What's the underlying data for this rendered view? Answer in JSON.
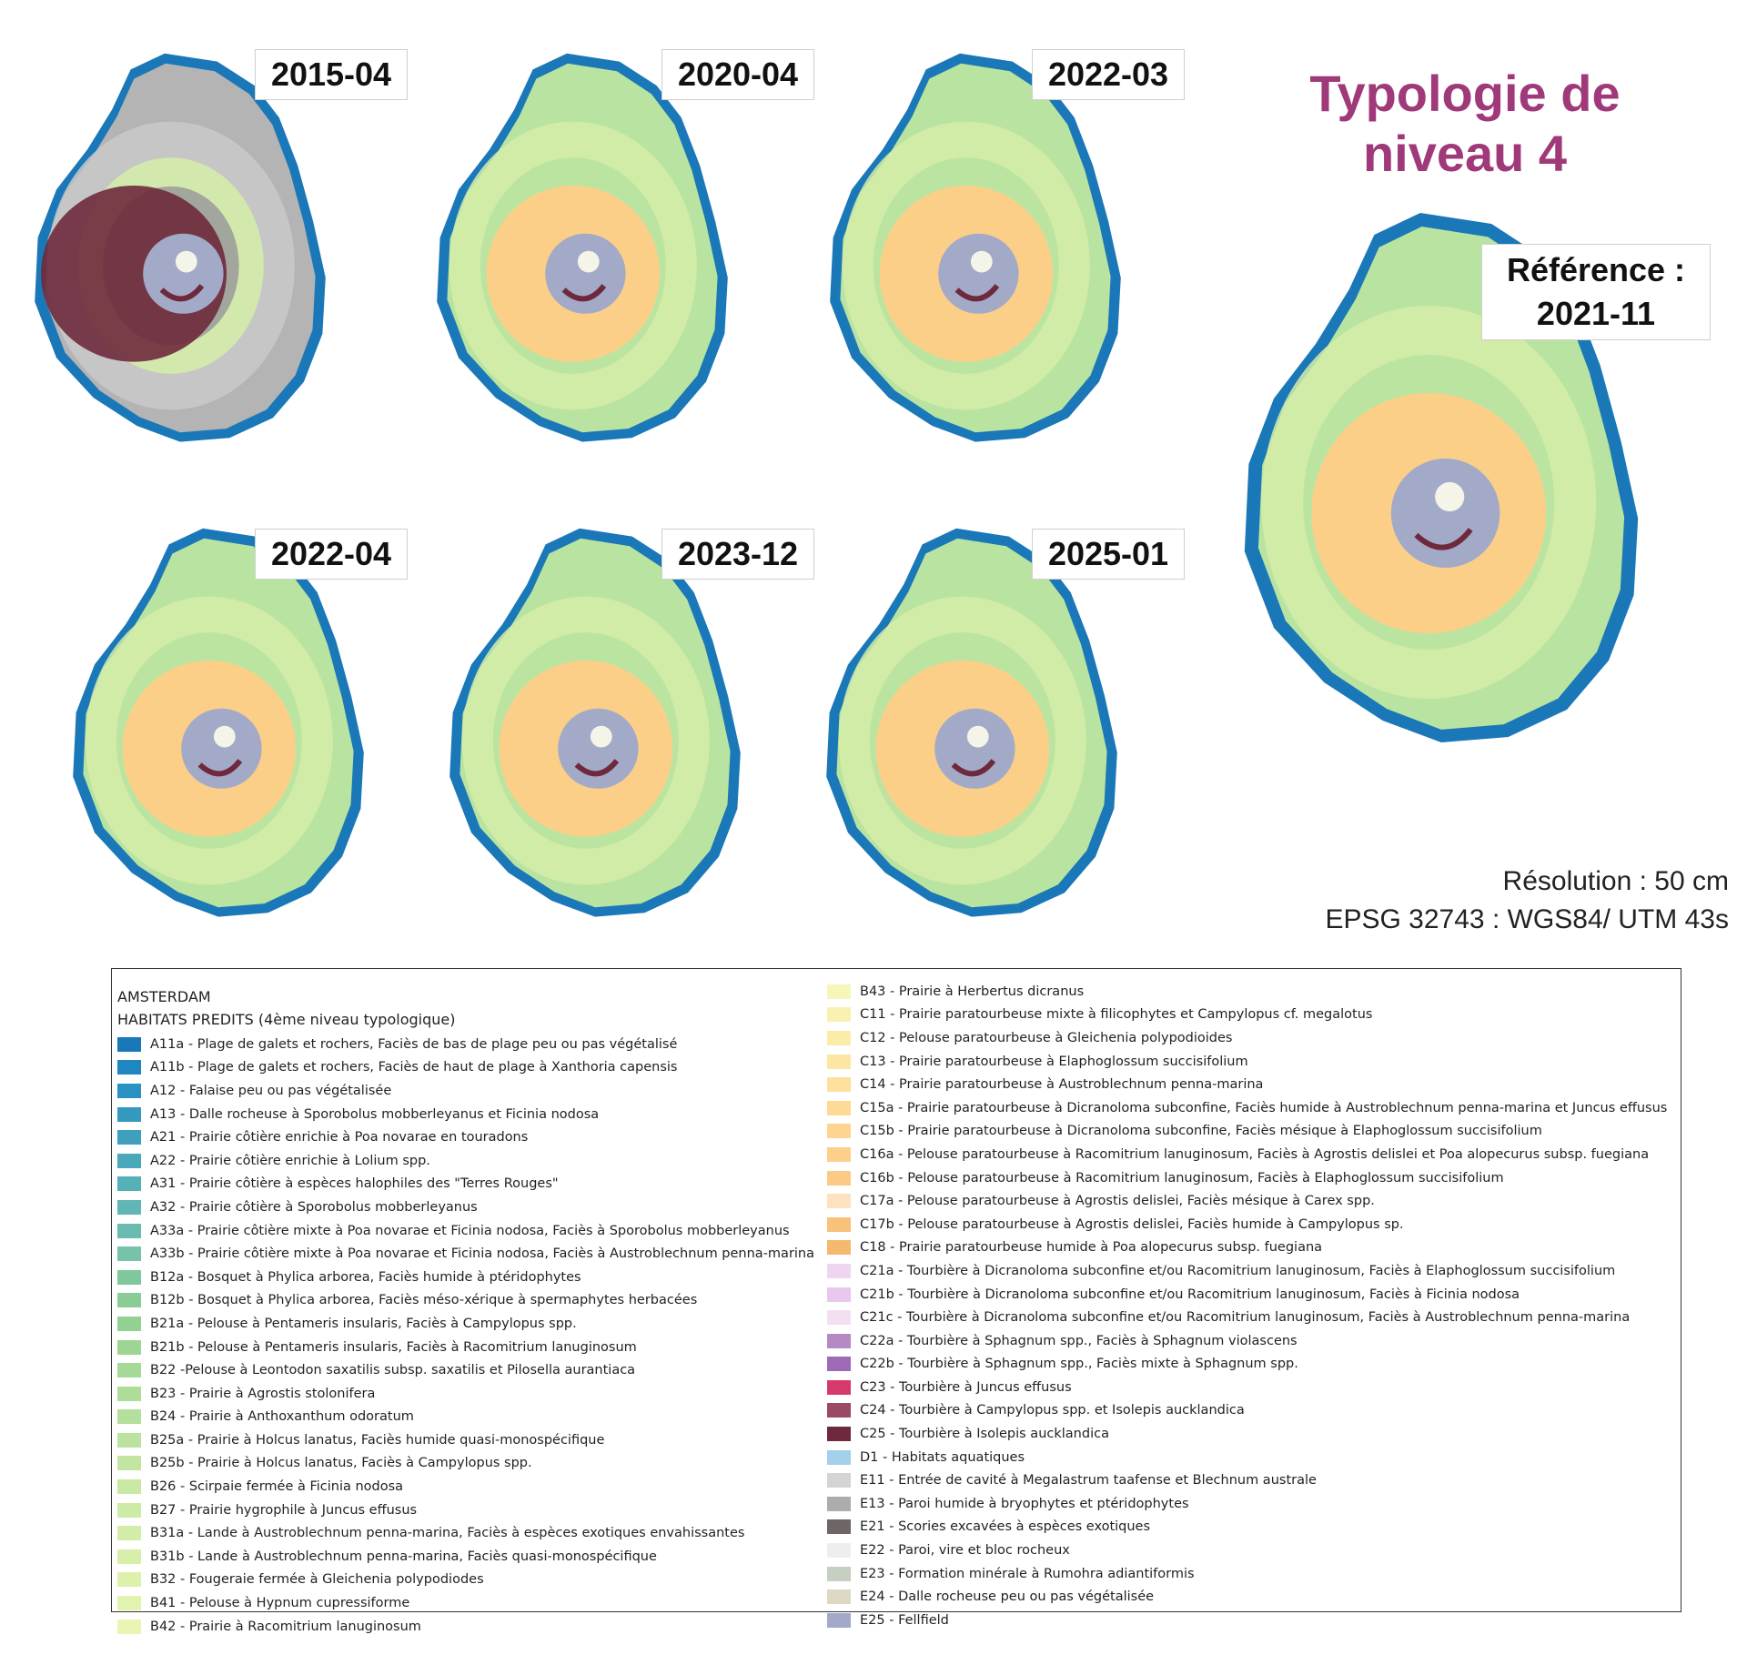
{
  "title": "Typologie de niveau 4",
  "reference": {
    "line1": "Référence :",
    "line2": "2021-11"
  },
  "dates": [
    "2015-04",
    "2020-04",
    "2022-03",
    "2022-04",
    "2023-12",
    "2025-01"
  ],
  "meta": {
    "resolution": "Résolution : 50 cm",
    "projection": "EPSG 32743 :  WGS84/ UTM 43s"
  },
  "legend": {
    "region": "AMSTERDAM",
    "heading": "HABITATS PREDITS (4ème niveau typologique)",
    "items": [
      {
        "label": "A11a - Plage de galets et rochers, Faciès de bas de plage peu ou pas végétalisé",
        "color": "#1a78b8"
      },
      {
        "label": "A11b - Plage de galets et rochers, Faciès de haut de plage à Xanthoria capensis",
        "color": "#1f86c0"
      },
      {
        "label": "A12 - Falaise peu ou pas végétalisée",
        "color": "#2a92c2"
      },
      {
        "label": "A13 - Dalle rocheuse à Sporobolus mobberleyanus et Ficinia nodosa",
        "color": "#3399be"
      },
      {
        "label": "A21 - Prairie côtière enrichie à Poa novarae en touradons",
        "color": "#3ea0bc"
      },
      {
        "label": "A22 - Prairie côtière enrichie à Lolium spp.",
        "color": "#4aa8bb"
      },
      {
        "label": "A31 - Prairie côtière à espèces halophiles des \"Terres Rouges\"",
        "color": "#55b0b8"
      },
      {
        "label": "A32 - Prairie côtière à Sporobolus mobberleyanus",
        "color": "#5fb6b4"
      },
      {
        "label": "A33a - Prairie côtière mixte à Poa novarae et Ficinia nodosa, Faciès à Sporobolus mobberleyanus",
        "color": "#6bbcb0"
      },
      {
        "label": "A33b - Prairie côtière mixte à Poa novarae et Ficinia nodosa, Faciès à Austroblechnum penna-marina",
        "color": "#76c2ab"
      },
      {
        "label": "B12a - Bosquet à Phylica arborea, Faciès humide à ptéridophytes",
        "color": "#7fc79c"
      },
      {
        "label": "B12b - Bosquet à Phylica arborea, Faciès méso-xérique à spermaphytes herbacées",
        "color": "#8acc96"
      },
      {
        "label": "B21a - Pelouse à Pentameris insularis, Faciès à Campylopus spp.",
        "color": "#94d092"
      },
      {
        "label": "B21b - Pelouse à Pentameris insularis, Faciès à Racomitrium lanuginosum",
        "color": "#9ed494"
      },
      {
        "label": "B22 -Pelouse à Leontodon saxatilis subsp. saxatilis et Pilosella aurantiaca",
        "color": "#a6d897"
      },
      {
        "label": "B23 - Prairie à Agrostis stolonifera",
        "color": "#aedc99"
      },
      {
        "label": "B24 - Prairie à Anthoxanthum odoratum",
        "color": "#b5df9c"
      },
      {
        "label": "B25a - Prairie à Holcus lanatus, Faciès humide quasi-monospécifique",
        "color": "#bce29f"
      },
      {
        "label": "B25b - Prairie à Holcus lanatus, Faciès à Campylopus spp.",
        "color": "#c2e5a2"
      },
      {
        "label": "B26 - Scirpaie fermée à Ficinia nodosa",
        "color": "#c8e8a4"
      },
      {
        "label": "B27 - Prairie hygrophile à Juncus effusus",
        "color": "#cdeaa6"
      },
      {
        "label": "B31a - Lande à Austroblechnum penna-marina, Faciès à espèces exotiques envahissantes",
        "color": "#d3eda8"
      },
      {
        "label": "B31b - Lande à Austroblechnum penna-marina, Faciès quasi-monospécifique",
        "color": "#d8efaa"
      },
      {
        "label": "B32 - Fougeraie fermée à Gleichenia polypodiodes",
        "color": "#ddf1ad"
      },
      {
        "label": "B41 - Pelouse à Hypnum cupressiforme",
        "color": "#e2f3b0"
      },
      {
        "label": "B42 - Prairie à Racomitrium lanuginosum",
        "color": "#e8f5b3"
      },
      {
        "label": "B43 - Prairie à Herbertus dicranus",
        "color": "#f6f6b8"
      },
      {
        "label": "C11 - Prairie paratourbeuse mixte à filicophytes et Campylopus cf. megalotus",
        "color": "#f9f1b0"
      },
      {
        "label": "C12 - Pelouse paratourbeuse à Gleichenia polypodioides",
        "color": "#fbeca8"
      },
      {
        "label": "C13 - Prairie paratourbeuse à Elaphoglossum succisifolium",
        "color": "#fce6a2"
      },
      {
        "label": "C14 - Prairie paratourbeuse à Austroblechnum penna-marina",
        "color": "#fde09c"
      },
      {
        "label": "C15a - Prairie paratourbeuse à Dicranoloma subconfine, Faciès humide à Austroblechnum penna-marina et Juncus effusus",
        "color": "#fdda96"
      },
      {
        "label": "C15b - Prairie paratourbeuse à Dicranoloma subconfine, Faciès mésique à Elaphoglossum succisifolium",
        "color": "#fdd590"
      },
      {
        "label": "C16a - Pelouse paratourbeuse à Racomitrium lanuginosum, Faciès à Agrostis delislei et Poa alopecurus subsp. fuegiana",
        "color": "#fcd08a"
      },
      {
        "label": "C16b - Pelouse paratourbeuse à Racomitrium lanuginosum, Faciès à Elaphoglossum succisifolium",
        "color": "#fbcb85"
      },
      {
        "label": "C17a - Pelouse paratourbeuse à Agrostis delislei, Faciès mésique à Carex spp.",
        "color": "#fde2c0"
      },
      {
        "label": "C17b - Pelouse paratourbeuse à Agrostis delislei, Faciès humide à Campylopus sp.",
        "color": "#f9c27a"
      },
      {
        "label": "C18 - Prairie paratourbeuse humide à Poa alopecurus subsp. fuegiana",
        "color": "#f5b86c"
      },
      {
        "label": "C21a - Tourbière à Dicranoloma subconfine et/ou Racomitrium lanuginosum, Faciès à Elaphoglossum succisifolium",
        "color": "#efd6f0"
      },
      {
        "label": "C21b - Tourbière à Dicranoloma subconfine et/ou Racomitrium lanuginosum, Faciès à Ficinia nodosa",
        "color": "#e8c8ec"
      },
      {
        "label": "C21c - Tourbière à Dicranoloma subconfine et/ou Racomitrium lanuginosum, Faciès à Austroblechnum penna-marina",
        "color": "#f2e0f2"
      },
      {
        "label": "C22a - Tourbière à Sphagnum spp., Faciès à Sphagnum violascens",
        "color": "#b58ac4"
      },
      {
        "label": "C22b - Tourbière à Sphagnum spp., Faciès mixte à Sphagnum spp.",
        "color": "#9e6ab6"
      },
      {
        "label": "C23 - Tourbière à Juncus effusus",
        "color": "#d63a6c"
      },
      {
        "label": "C24 - Tourbière à Campylopus spp. et Isolepis aucklandica",
        "color": "#9a4a62"
      },
      {
        "label": "C25 - Tourbière à Isolepis aucklandica",
        "color": "#6e2a3c"
      },
      {
        "label": "D1 - Habitats aquatiques",
        "color": "#a3d0ea"
      },
      {
        "label": "E11 - Entrée de cavité à Megalastrum taafense et Blechnum australe",
        "color": "#d4d4d4"
      },
      {
        "label": "E13 - Paroi humide à bryophytes et ptéridophytes",
        "color": "#acacac"
      },
      {
        "label": "E21 - Scories excavées à espèces exotiques",
        "color": "#6e6666"
      },
      {
        "label": "E22 - Paroi, vire et bloc rocheux",
        "color": "#eeeeee"
      },
      {
        "label": "E23 - Formation minérale à Rumohra adiantiformis",
        "color": "#c6d0c2"
      },
      {
        "label": "E24 - Dalle rocheuse peu ou pas végétalisée",
        "color": "#dcd8c4"
      },
      {
        "label": "E25 - Fellfield",
        "color": "#a3aac8"
      }
    ]
  },
  "colors": {
    "title": "#a0397a",
    "coast": "#1a78b8",
    "green": "#b9e3a0",
    "lightgreen": "#d3eda8",
    "orange": "#fbcf88",
    "grey": "#b4b4b4",
    "maroon": "#6e2a3c",
    "lavender": "#a3aac8"
  }
}
